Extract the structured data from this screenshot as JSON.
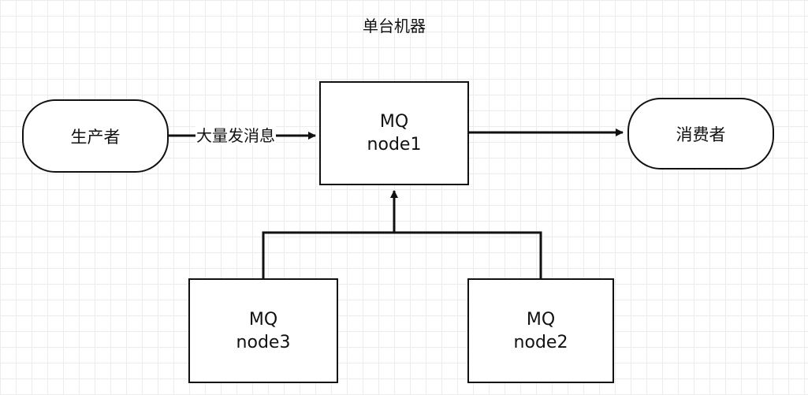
{
  "diagram": {
    "title": "单台机器",
    "producer": {
      "label": "生产者"
    },
    "consumer": {
      "label": "消费者"
    },
    "nodes": [
      {
        "name": "MQ",
        "id": "node1"
      },
      {
        "name": "MQ",
        "id": "node3"
      },
      {
        "name": "MQ",
        "id": "node2"
      }
    ],
    "edges": [
      {
        "from": "生产者",
        "to": "node1",
        "label": "大量发消息"
      },
      {
        "from": "node1",
        "to": "消费者",
        "label": ""
      },
      {
        "from": "node3",
        "to": "node1",
        "label": ""
      },
      {
        "from": "node2",
        "to": "node1",
        "label": ""
      }
    ]
  },
  "colors": {
    "stroke": "#111111",
    "grid": "#ececec",
    "background": "#ffffff"
  }
}
